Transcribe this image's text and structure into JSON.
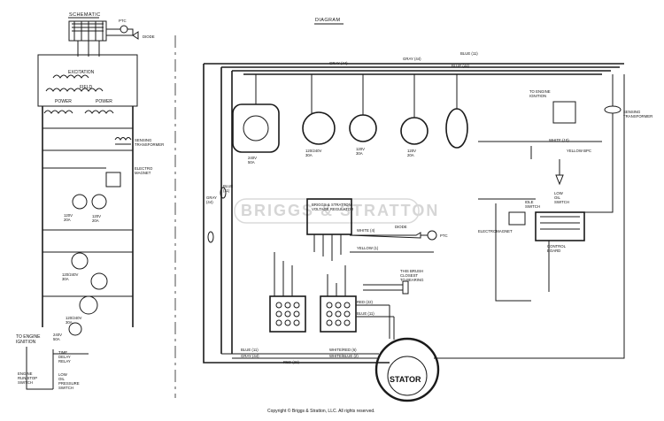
{
  "headings": {
    "schematic": "SCHEMATIC",
    "diagram": "DIAGRAM"
  },
  "watermark": "BRIGGS & STRATTON",
  "copyright": "Copyright © Briggs & Stratton, LLC. All rights reserved.",
  "schematic": {
    "ptc": "PTC",
    "diode": "DIODE",
    "excitation": "EXCITATION",
    "field": "FIELD",
    "power1": "POWER",
    "power2": "POWER",
    "sensing": "SENSING\nTRANSFORMER",
    "electro": "ELECTRO\nMAGNET",
    "r1": "120V\n20A",
    "r2": "120V\n20A",
    "r3": "120/240V\n30A",
    "r4": "120/240V\n30A",
    "r5": "240V\n50A",
    "to_ignition": "TO ENGINE\nIGNITION",
    "time_delay": "TIME\nDELAY\nRELAY",
    "run_stop": "ENGINE\nRUN/STOP\nSWITCH",
    "low_oil": "LOW\nOIL\nPRESSURE\nSWITCH"
  },
  "diagram": {
    "wire_top1": "BLUE (11)",
    "wire_top2": "GRAY (44)",
    "wire_top3": "GRAY (44)",
    "wire_top4": "BLUE (44)",
    "to_ignition": "TO ENGINE\nIGNITION",
    "sensing": "SENSING\nTRANSFORMER",
    "r_240": "240V\n50A",
    "r_12024030": "120/240V\n30A",
    "r_120_30": "120V\n30A",
    "r_120_20": "120V\n20A",
    "gray_left": "GRAY\n(44)",
    "blue_left": "BLUE\n(11)",
    "regulator": "BRIGGS & STRATTON\nVOLTAGE REGULATOR",
    "diode": "DIODE",
    "ptc": "PTC",
    "white_4": "WHITE (4)",
    "yellow_1": "YELLOW (1)",
    "brush_note": "THIS BRUSH\nCLOSEST\nTO BEARING",
    "electromagnet": "ELECTROMAGNET",
    "control_board": "CONTROL\nBOARD",
    "idle_switch": "IDLE\nSWITCH",
    "low_oil": "LOW\nOIL\nSWITCH",
    "stator": "STATOR",
    "red_22": "RED (22)",
    "blue_11": "BLUE (11)",
    "white_red_6": "WHITE/RED (6)",
    "white_blue_2": "WHITE/BLUE (2)",
    "gray_44": "GRAY (44)",
    "blue_11b": "BLUE (11)",
    "red_22b": "RED (22)",
    "white_10": "WHITE (10)",
    "yellow_bpc": "YELLOW BPC"
  }
}
